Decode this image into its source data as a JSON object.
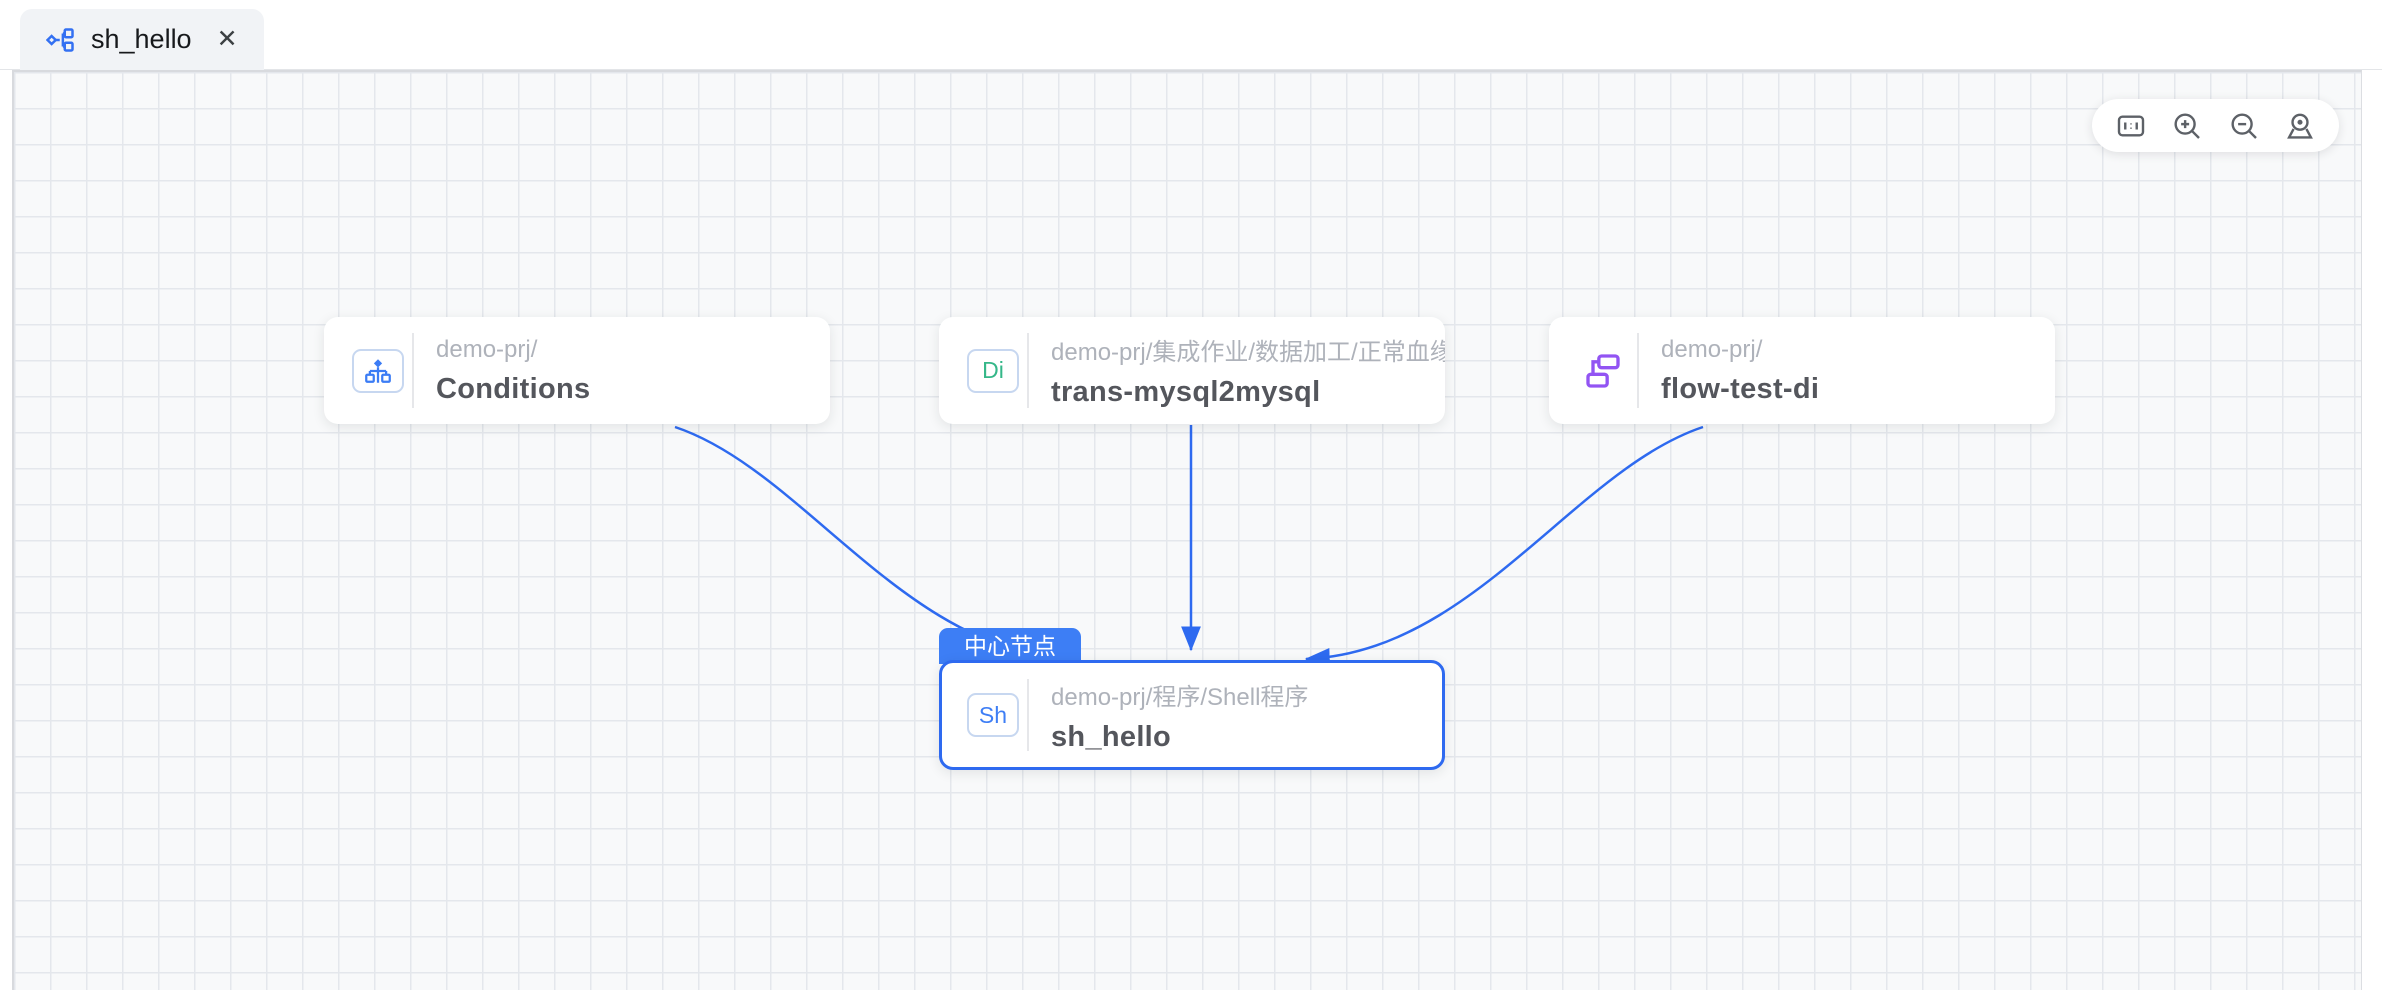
{
  "tab": {
    "title": "sh_hello",
    "close": "✕"
  },
  "toolbar": {
    "items": [
      {
        "name": "fit-ratio"
      },
      {
        "name": "zoom-in"
      },
      {
        "name": "zoom-out"
      },
      {
        "name": "locate"
      }
    ]
  },
  "nodes": {
    "conditions": {
      "path": "demo-prj/",
      "title": "Conditions"
    },
    "trans": {
      "path": "demo-prj/集成作业/数据加工/正常血缘",
      "title": "trans-mysql2mysql",
      "icon_text": "Di"
    },
    "flow": {
      "path": "demo-prj/",
      "title": "flow-test-di"
    },
    "center": {
      "path": "demo-prj/程序/Shell程序",
      "title": "sh_hello",
      "icon_text": "Sh",
      "badge": "中心节点"
    }
  },
  "colors": {
    "edge_blue": "#2e6af0",
    "badge_blue": "#3d7ef5",
    "sh_blue": "#3e7ef5",
    "di_green": "#35b789",
    "flow_purple": "#9254f3",
    "conditions_blue": "#3b7cf5"
  }
}
